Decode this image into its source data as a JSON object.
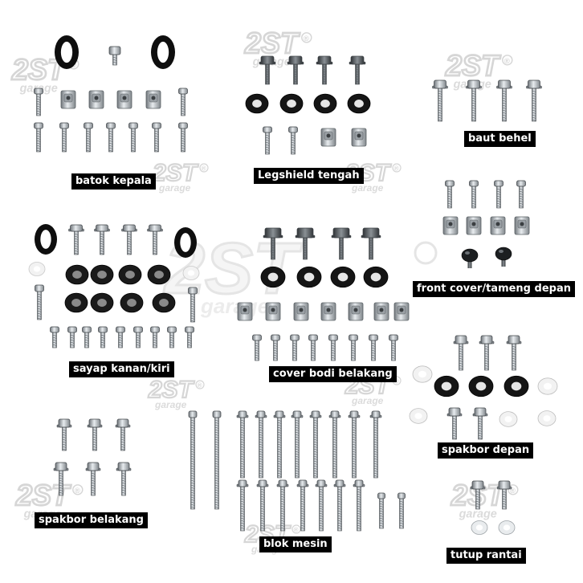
{
  "labels": {
    "batok_kepala": "batok kepala",
    "legshield_tengah": "Legshield tengah",
    "baut_behel": "baut behel",
    "front_cover": "front cover/tameng depan",
    "sayap": "sayap kanan/kiri",
    "cover_bodi": "cover bodi belakang",
    "spakbor_depan": "spakbor depan",
    "spakbor_belakang": "spakbor belakang",
    "blok_mesin": "blok mesin",
    "tutup_rantai": "tutup rantai"
  },
  "watermark": {
    "logo_text": "2ST",
    "sub_text": "garage",
    "mark": "®"
  },
  "colors": {
    "background": "#ffffff",
    "label_bg": "#000000",
    "label_text": "#ffffff",
    "watermark": "#d9d9d9"
  }
}
